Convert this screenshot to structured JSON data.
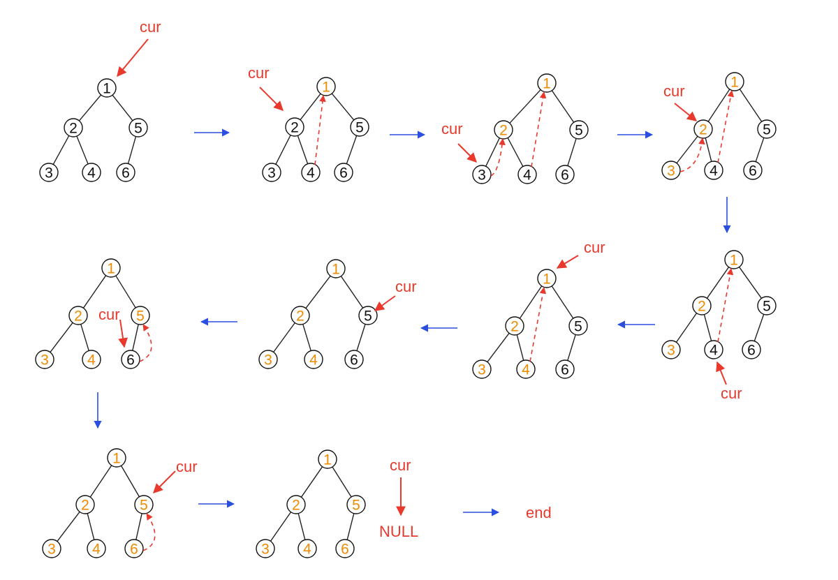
{
  "colors": {
    "visited": "#f08a00",
    "normal": "#111111",
    "pointer": "#e8392c",
    "flow": "#2a4fe0"
  },
  "labels": {
    "cur": "cur",
    "null": "NULL",
    "end": "end"
  },
  "tree": {
    "nodes": [
      "1",
      "2",
      "5",
      "3",
      "4",
      "6"
    ],
    "edges": [
      [
        0,
        1
      ],
      [
        0,
        2
      ],
      [
        1,
        3
      ],
      [
        1,
        4
      ],
      [
        2,
        5
      ]
    ]
  },
  "panels": [
    {
      "name": "step-1",
      "orange": [],
      "threads": []
    },
    {
      "name": "step-2",
      "orange": [
        0
      ],
      "threads": [
        [
          4,
          0
        ]
      ]
    },
    {
      "name": "step-3",
      "orange": [
        0,
        1
      ],
      "threads": [
        [
          3,
          1
        ],
        [
          4,
          0
        ]
      ]
    },
    {
      "name": "step-4",
      "orange": [
        0,
        1,
        3
      ],
      "threads": [
        [
          3,
          1
        ],
        [
          4,
          0
        ]
      ]
    },
    {
      "name": "step-5",
      "orange": [
        0,
        1,
        3
      ],
      "threads": [
        [
          4,
          0
        ]
      ]
    },
    {
      "name": "step-6",
      "orange": [
        0,
        1,
        3,
        4
      ],
      "threads": [
        [
          4,
          0
        ]
      ]
    },
    {
      "name": "step-7",
      "orange": [
        0,
        1,
        3,
        4
      ],
      "threads": []
    },
    {
      "name": "step-8",
      "orange": [
        0,
        1,
        2,
        3,
        4
      ],
      "threads": [
        [
          5,
          2
        ]
      ]
    },
    {
      "name": "step-9",
      "orange": [
        0,
        1,
        2,
        3,
        4,
        5
      ],
      "threads": [
        [
          5,
          2
        ]
      ]
    },
    {
      "name": "step-10",
      "orange": [
        0,
        1,
        2,
        3,
        4,
        5
      ],
      "threads": []
    }
  ]
}
